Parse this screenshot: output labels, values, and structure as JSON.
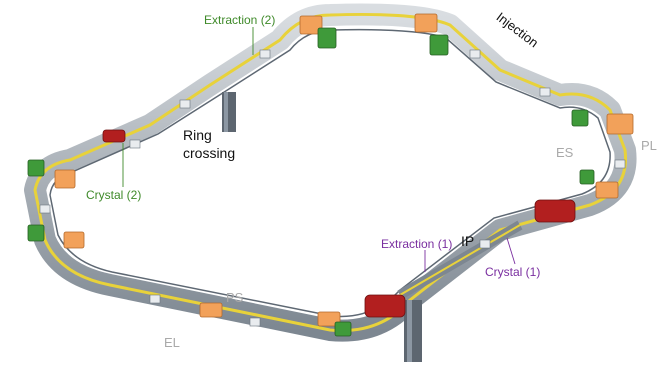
{
  "labels": {
    "extraction_2": "Extraction (2)",
    "injection": "Injection",
    "ring_crossing_line1": "Ring",
    "ring_crossing_line2": "crossing",
    "crystal_2": "Crystal (2)",
    "es": "ES",
    "pl": "PL",
    "ip": "IP",
    "extraction_1": "Extraction (1)",
    "crystal_1": "Crystal (1)",
    "ps": "PS",
    "el": "EL"
  },
  "colors": {
    "green_label": "#3f8a2a",
    "purple_label": "#7a2fa0",
    "gray_label": "#a9a9a9",
    "magnet_orange": "#f2a15a",
    "magnet_green": "#3f9a3a",
    "magnet_red": "#b21f1f",
    "beam_yellow": "#e8d23a",
    "steel": "#8c97a3"
  }
}
